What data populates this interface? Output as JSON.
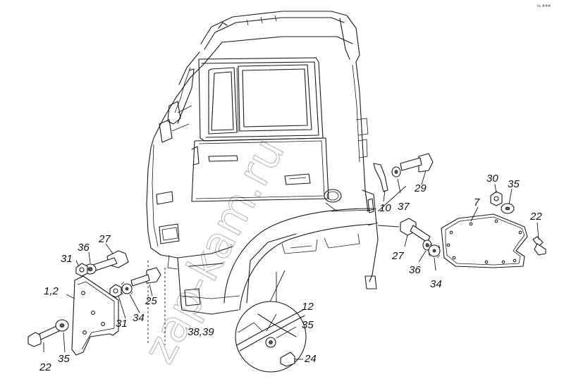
{
  "watermark": "zap-kam.ru",
  "corner_mark": "№ ###",
  "callouts": {
    "c12": "1,2",
    "c35a": "35",
    "c22a": "22",
    "c31a": "31",
    "c36a": "36",
    "c27a": "27",
    "c31b": "31",
    "c34a": "34",
    "c25": "25",
    "c3839": "38,39",
    "c12b": "12",
    "c35b": "35",
    "c24": "24",
    "c10": "10",
    "c37": "37",
    "c29": "29",
    "c27b": "27",
    "c36b": "36",
    "c34b": "34",
    "c30": "30",
    "c35c": "35",
    "c7": "7",
    "c22b": "22"
  }
}
